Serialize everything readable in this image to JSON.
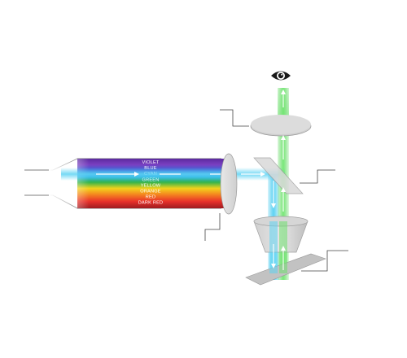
{
  "diagram": {
    "light_source": {
      "bands": [
        {
          "label": "VIOLET",
          "color": "#7a3fc1"
        },
        {
          "label": "BLUE",
          "color": "#3b66d8"
        },
        {
          "label": "CYAN",
          "color": "#1fb0e8"
        },
        {
          "label": "GREEN",
          "color": "#39b54a"
        },
        {
          "label": "YELLOW",
          "color": "#f2d21b"
        },
        {
          "label": "ORANGE",
          "color": "#f5871f"
        },
        {
          "label": "RED",
          "color": "#e8312a"
        },
        {
          "label": "DARK RED",
          "color": "#9e1b20"
        }
      ]
    },
    "icons": {
      "eye": "eye-icon"
    },
    "colors": {
      "excitation_beam": "#5fd3f3",
      "emission_beam": "#6ee06e",
      "optics_gray": "#bdbdbd",
      "leader_line": "#444444"
    }
  }
}
